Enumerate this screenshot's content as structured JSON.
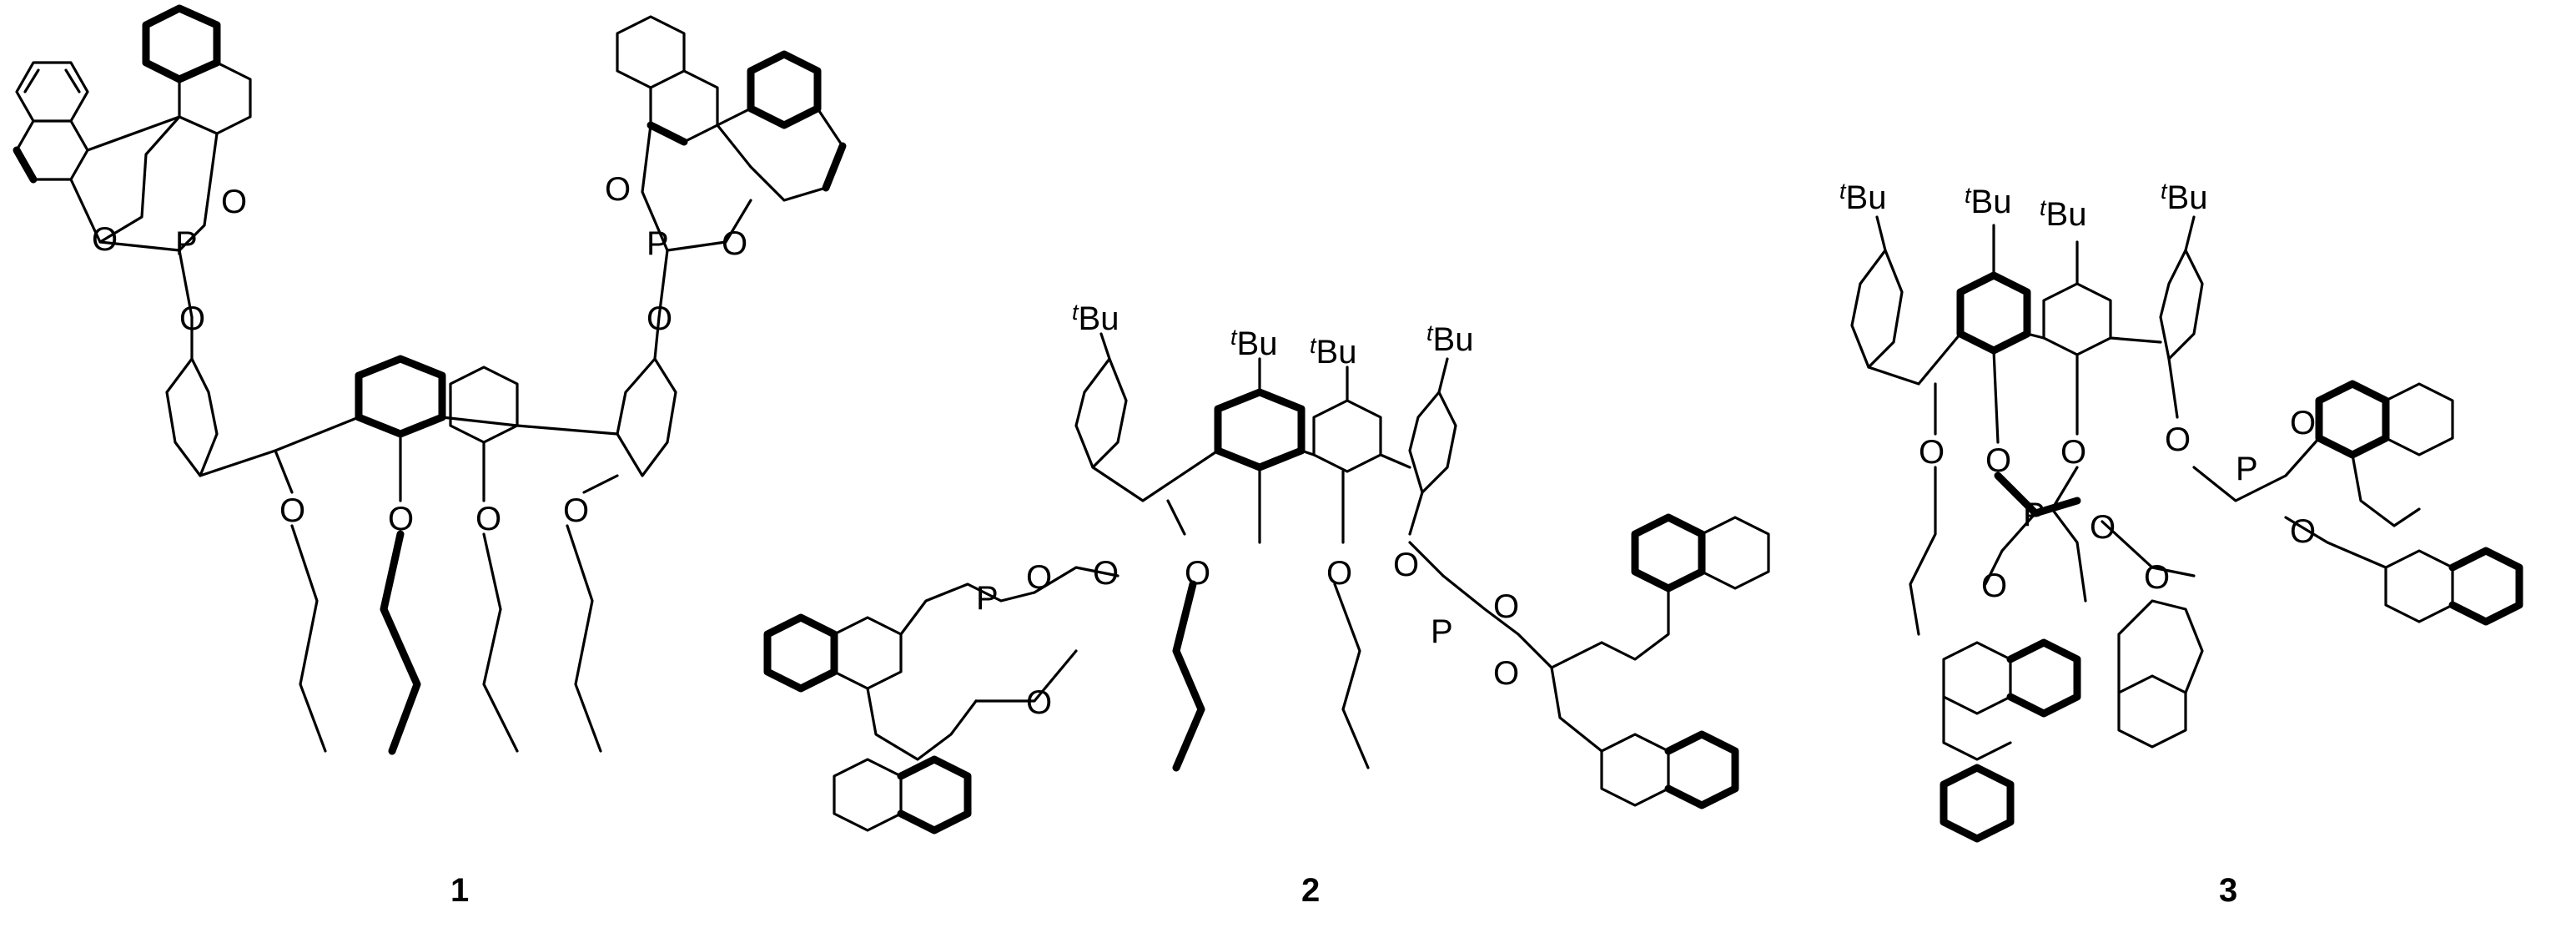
{
  "compounds": [
    {
      "number": "1",
      "atoms": {
        "P": "P",
        "O": "O"
      }
    },
    {
      "number": "2",
      "atoms": {
        "P": "P",
        "O": "O"
      },
      "substituent": {
        "sup": "t",
        "base": "Bu"
      }
    },
    {
      "number": "3",
      "atoms": {
        "P": "P",
        "O": "O"
      },
      "substituent": {
        "sup": "t",
        "base": "Bu"
      }
    }
  ]
}
